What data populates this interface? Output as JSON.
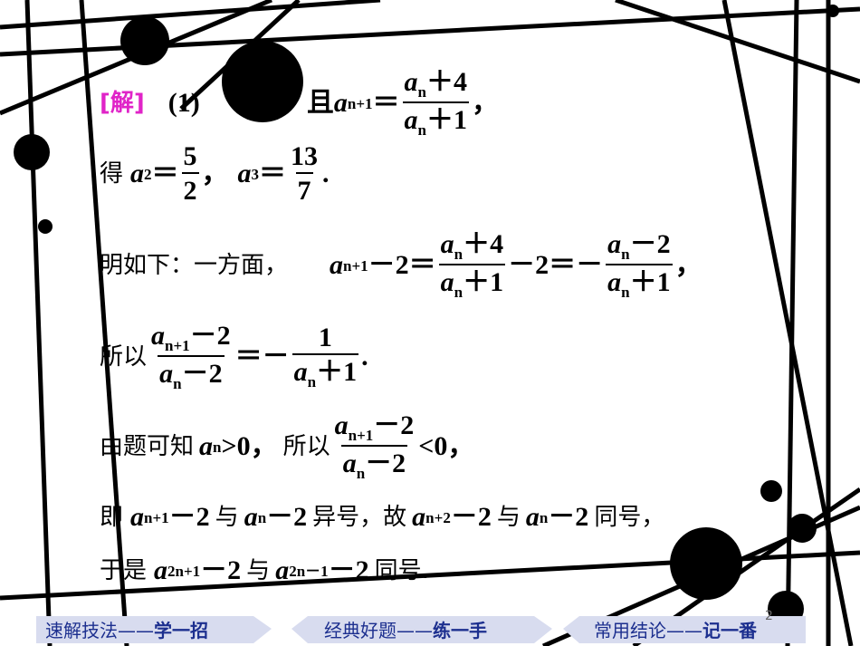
{
  "tag": "[解]",
  "part": "(1)",
  "line1": {
    "given_eq": "=1，且",
    "a": "a",
    "n1": "n+1",
    "eq": "＝",
    "num": "a",
    "num_sub": "n",
    "num_rest": "＋4",
    "den": "a",
    "den_sub": "n",
    "den_rest": "＋1",
    "tail": "，"
  },
  "line2": {
    "lead": "得",
    "a2": "a",
    "sub2": "2",
    "eq": "＝",
    "f1_num": "5",
    "f1_den": "2",
    "comma": "，",
    "a3": "a",
    "sub3": "3",
    "f2_num": "13",
    "f2_den": "7",
    "end": "."
  },
  "line3": {
    "lead": "明如下：一方面，",
    "a": "a",
    "sub": "n+1",
    "minus2": "－2＝",
    "f1_num_a": "a",
    "f1_num_sub": "n",
    "f1_num_rest": "＋4",
    "f1_den_a": "a",
    "f1_den_sub": "n",
    "f1_den_rest": "＋1",
    "mid": "－2＝－",
    "f2_num_a": "a",
    "f2_num_sub": "n",
    "f2_num_rest": "－2",
    "f2_den_a": "a",
    "f2_den_sub": "n",
    "f2_den_rest": "＋1",
    "tail": "，"
  },
  "line4": {
    "lead": "所以",
    "num_a": "a",
    "num_sub": "n+1",
    "num_rest": "－2",
    "den_a": "a",
    "den_sub": "n",
    "den_rest": "－2",
    "mid": "＝－",
    "f2_num": "1",
    "f2_den_a": "a",
    "f2_den_sub": "n",
    "f2_den_rest": "＋1",
    "end": "."
  },
  "line5": {
    "lead": "由题可知",
    "a": "a",
    "sub": "n",
    "gt": ">0，",
    "so": "所以",
    "num_a": "a",
    "num_sub": "n+1",
    "num_rest": "－2",
    "den_a": "a",
    "den_sub": "n",
    "den_rest": "－2",
    "tail": "<0，"
  },
  "line6": {
    "lead": "即",
    "a1": "a",
    "s1": "n+1",
    "t1": "－2",
    "w1": "与",
    "a2": "a",
    "s2": "n",
    "t2": "－2",
    "w2": "异号，故",
    "a3": "a",
    "s3": "n+2",
    "t3": "－2",
    "w3": "与",
    "a4": "a",
    "s4": "n",
    "t4": "－2",
    "w4": "同号，"
  },
  "line7": {
    "lead": "于是",
    "a1": "a",
    "s1": "2n+1",
    "t1": "－2",
    "w1": "与",
    "a2": "a",
    "s2": "2n－1",
    "t2": "－2",
    "w2": "同号."
  },
  "footer": {
    "item1_plain": "速解技法——",
    "item1_em": "学一招",
    "item2_plain": "经典好题——",
    "item2_em": "练一手",
    "item3_plain": "常用结论——",
    "item3_em": "记一番"
  },
  "page_number": "2",
  "colors": {
    "tag": "#e024c8",
    "footer_text": "#1c2f8f",
    "footer_bg": "#d8dcef"
  }
}
